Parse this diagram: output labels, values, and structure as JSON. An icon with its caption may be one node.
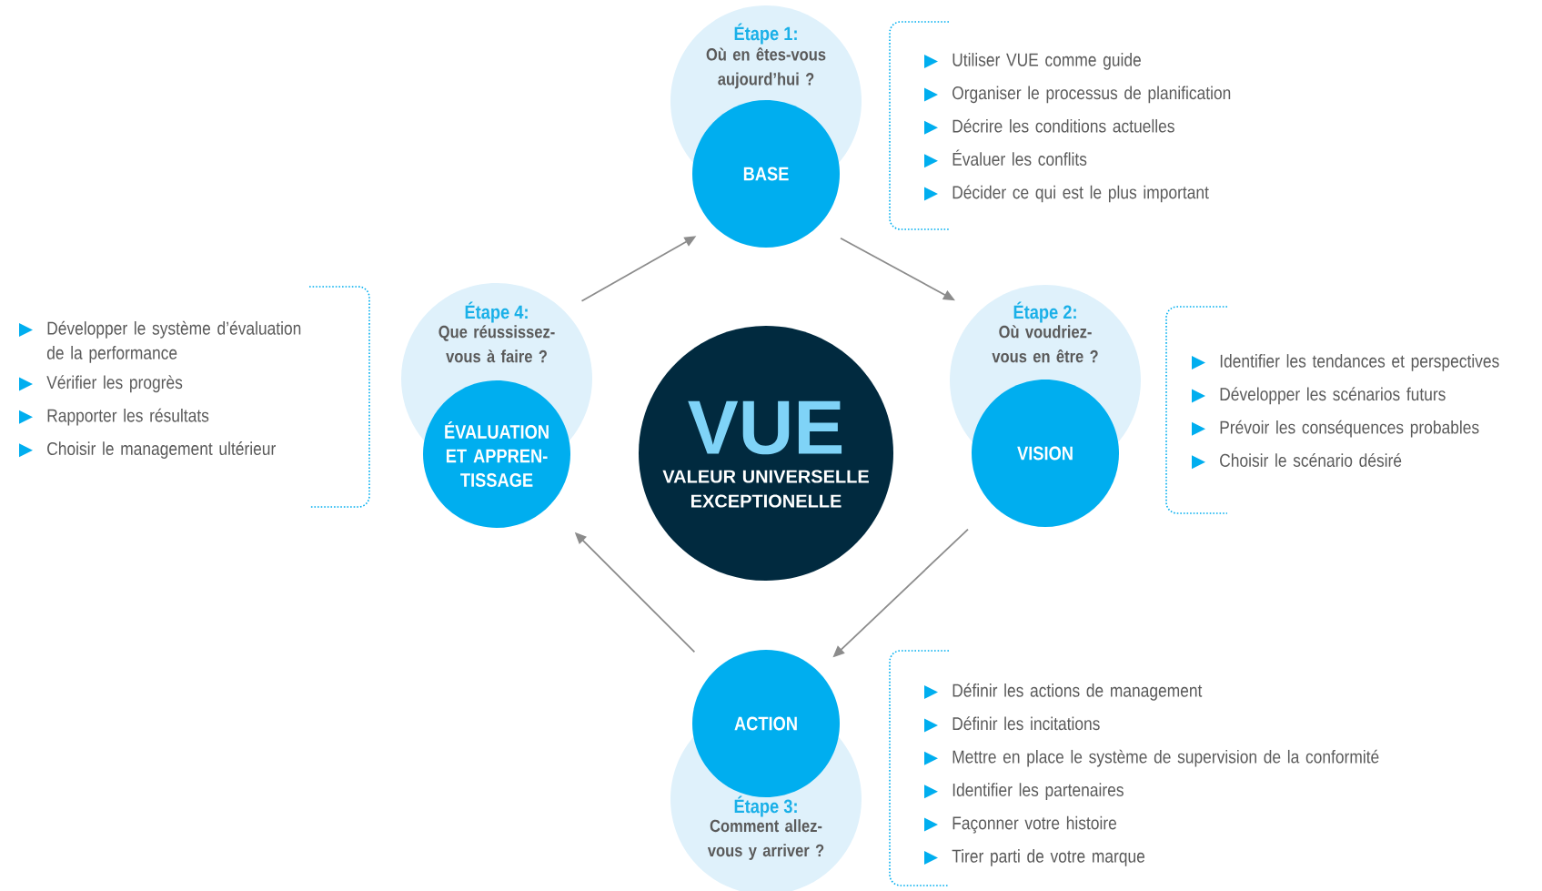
{
  "diagram": {
    "nodes": [
      {
        "text": [
          "VUE",
          "VALEUR UNIVERSELLE EXCEPTIONELLE"
        ]
      },
      {
        "text": [
          "Étape 1:",
          "Où en êtes-vous aujourd’hui ?"
        ]
      },
      {
        "text": [
          "BASE"
        ]
      },
      {
        "text": [
          "Utiliser VUE comme guide",
          "Organiser le processus de planification",
          "Décrire les conditions actuelles",
          "Évaluer les conflits",
          "Décider ce qui est le plus important"
        ]
      },
      {
        "text": [
          "Étape 2:",
          "Où voudriez-vous en être ?"
        ]
      },
      {
        "text": [
          "VISION"
        ]
      },
      {
        "text": [
          "Identifier les tendances et perspectives",
          "Développer les scénarios futurs",
          "Prévoir les conséquences probables",
          "Choisir le scénario désiré"
        ]
      },
      {
        "text": [
          "Étape 3:",
          "Comment allez-vous y arriver ?"
        ]
      },
      {
        "text": [
          "ACTION"
        ]
      },
      {
        "text": [
          "Définir les actions de management",
          "Définir les incitations",
          "Mettre en place le système de supervision de la conformité",
          "Identifier les partenaires",
          "Façonner votre histoire",
          "Tirer parti de votre marque"
        ]
      },
      {
        "text": [
          "Étape 4:",
          "Que réussissez-vous à faire ?"
        ]
      },
      {
        "text": [
          "ÉVALUATION ET APPREN-TISSAGE"
        ]
      },
      {
        "text": [
          "Développer le système d’évaluation de la performance",
          "Vérifier les progrès",
          "Rapporter les résultats",
          "Choisir le management ultérieur"
        ]
      }
    ],
    "edges": [
      {
        "from": 2,
        "to": 4,
        "arrow": "to"
      },
      {
        "from": 5,
        "to": 8,
        "arrow": "to"
      },
      {
        "from": 8,
        "to": 11,
        "arrow": "to"
      },
      {
        "from": 10,
        "to": 2,
        "arrow": "to"
      }
    ]
  }
}
